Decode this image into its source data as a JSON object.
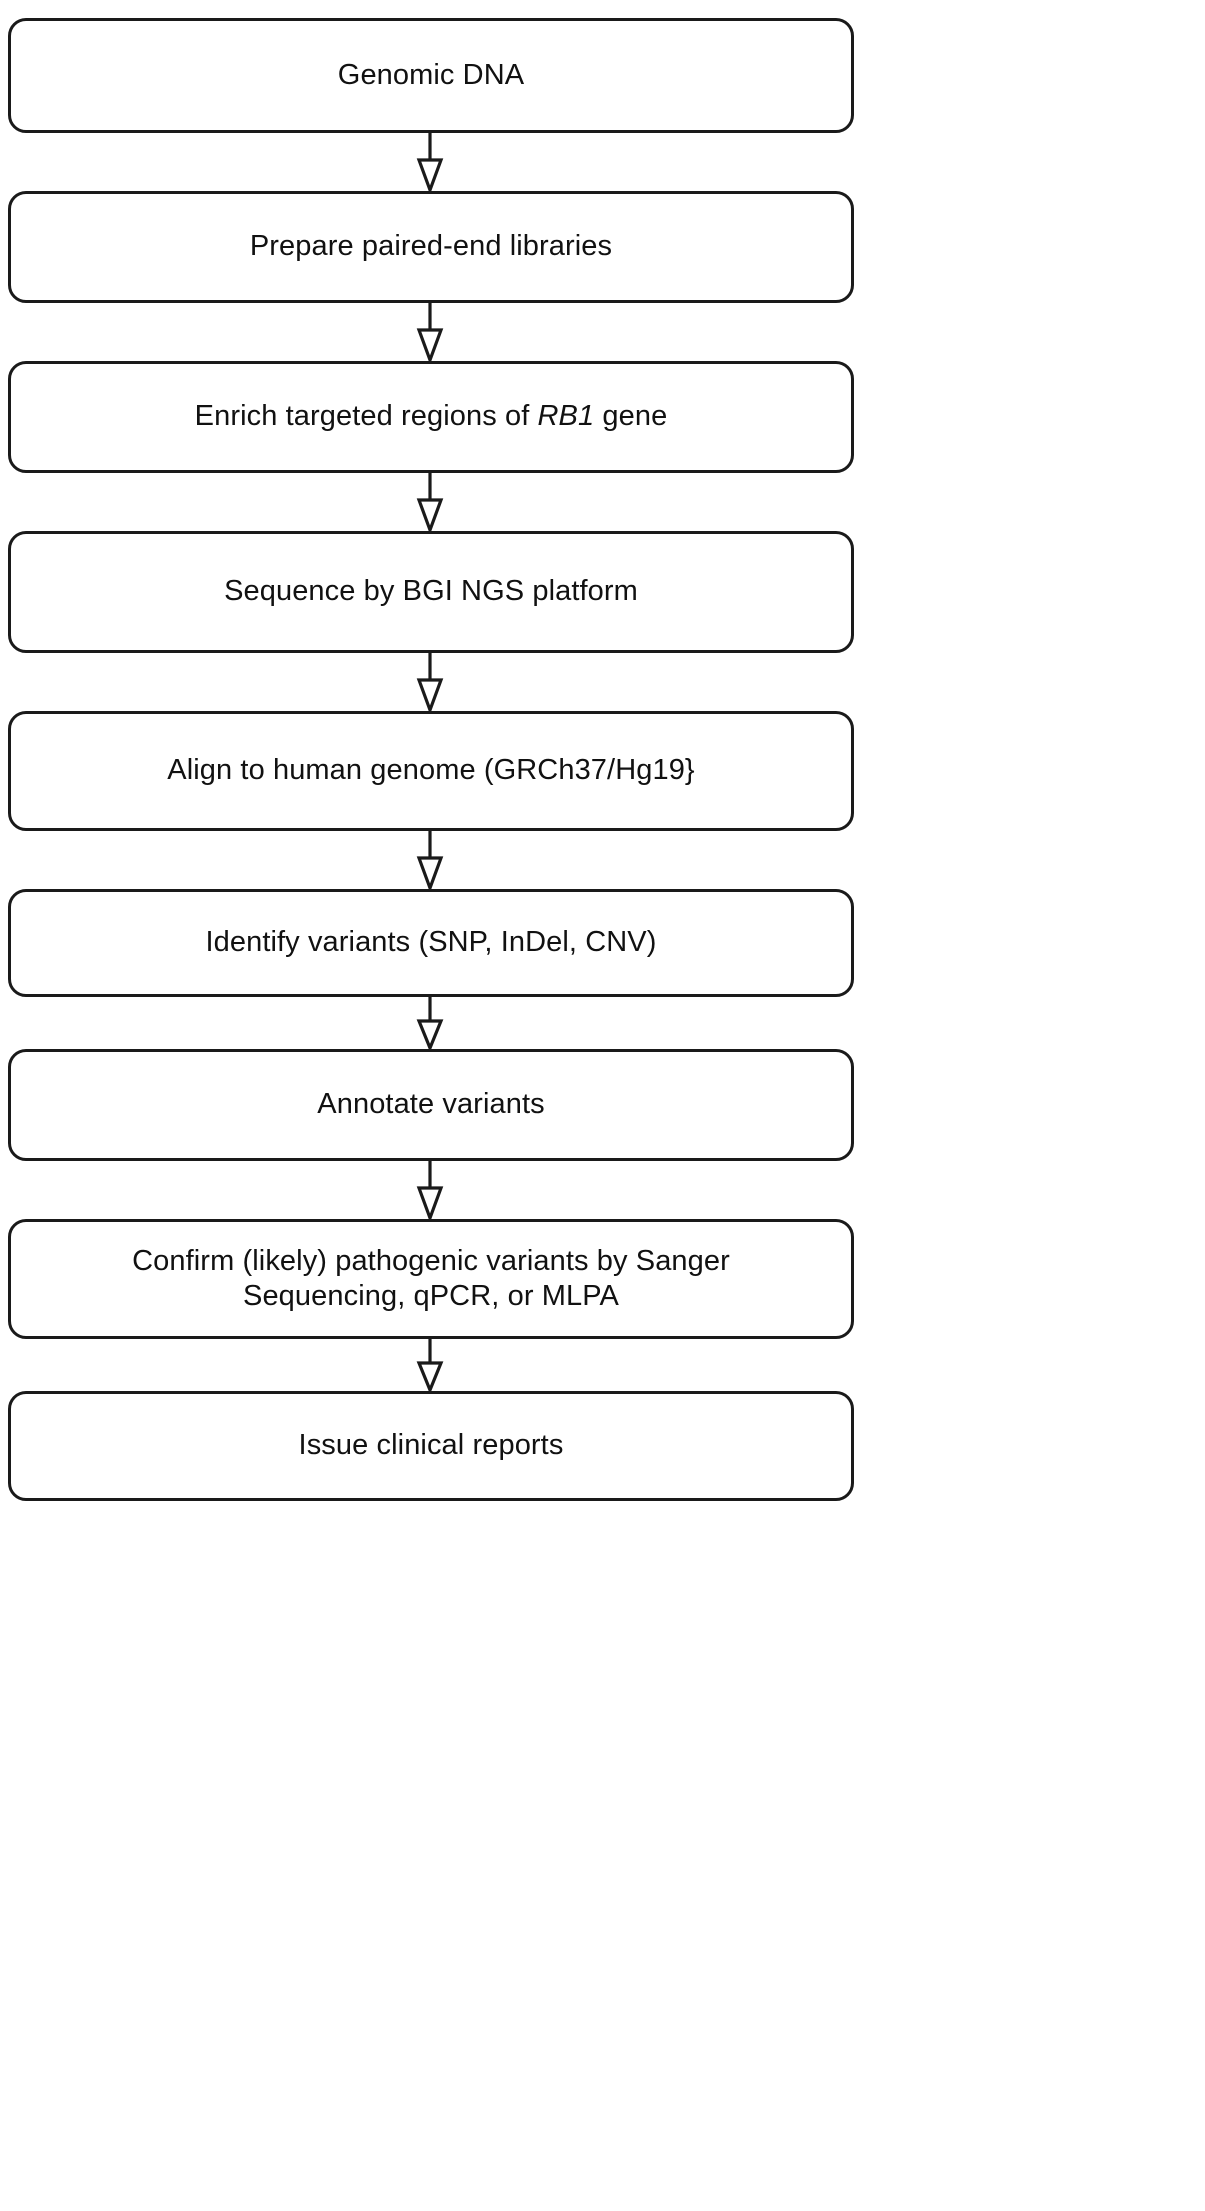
{
  "diagram": {
    "title": "RB1 gene next-generation sequencing clinical workflow",
    "type": "vertical-flowchart",
    "orientation": "top-to-bottom",
    "colors": {
      "box_border": "#1a1a1a",
      "box_fill": "#ffffff",
      "text": "#111111",
      "arrow_stroke": "#1a1a1a",
      "arrowhead_fill": "#ffffff",
      "background": "#ffffff"
    },
    "node_count": 9,
    "arrow_count": 8,
    "arrow_style": "hollow-triangle-head",
    "nodes": [
      {
        "id": "node-1",
        "label": "Genomic DNA",
        "shape": "rounded-rectangle",
        "height_class": "h-115"
      },
      {
        "id": "node-2",
        "label": "Prepare paired-end libraries",
        "shape": "rounded-rectangle",
        "height_class": "h-112"
      },
      {
        "id": "node-3",
        "label_prefix": "Enrich targeted regions of ",
        "label_italic": "RB1",
        "label_suffix": " gene",
        "label": "Enrich targeted regions of RB1 gene",
        "shape": "rounded-rectangle",
        "height_class": "h-112"
      },
      {
        "id": "node-4",
        "label": "Sequence by BGI NGS platform",
        "shape": "rounded-rectangle",
        "height_class": "h-122"
      },
      {
        "id": "node-5",
        "label": "Align to human genome (GRCh37/Hg19}",
        "shape": "rounded-rectangle",
        "height_class": "h-120"
      },
      {
        "id": "node-6",
        "label": "Identify variants (SNP, InDel, CNV)",
        "shape": "rounded-rectangle",
        "height_class": "h-108"
      },
      {
        "id": "node-7",
        "label": "Annotate variants",
        "shape": "rounded-rectangle",
        "height_class": "h-112"
      },
      {
        "id": "node-8",
        "label": "Confirm (likely) pathogenic variants by Sanger\nSequencing, qPCR, or MLPA",
        "shape": "rounded-rectangle",
        "height_class": "h-120"
      },
      {
        "id": "node-9",
        "label": "Issue clinical reports",
        "shape": "rounded-rectangle",
        "height_class": "h-110"
      }
    ],
    "edges": [
      {
        "id": "edge-1",
        "from": "node-1",
        "to": "node-2",
        "label": ""
      },
      {
        "id": "edge-2",
        "from": "node-2",
        "to": "node-3",
        "label": ""
      },
      {
        "id": "edge-3",
        "from": "node-3",
        "to": "node-4",
        "label": ""
      },
      {
        "id": "edge-4",
        "from": "node-4",
        "to": "node-5",
        "label": ""
      },
      {
        "id": "edge-5",
        "from": "node-5",
        "to": "node-6",
        "label": ""
      },
      {
        "id": "edge-6",
        "from": "node-6",
        "to": "node-7",
        "label": ""
      },
      {
        "id": "edge-7",
        "from": "node-7",
        "to": "node-8",
        "label": ""
      },
      {
        "id": "edge-8",
        "from": "node-8",
        "to": "node-9",
        "label": ""
      }
    ]
  }
}
